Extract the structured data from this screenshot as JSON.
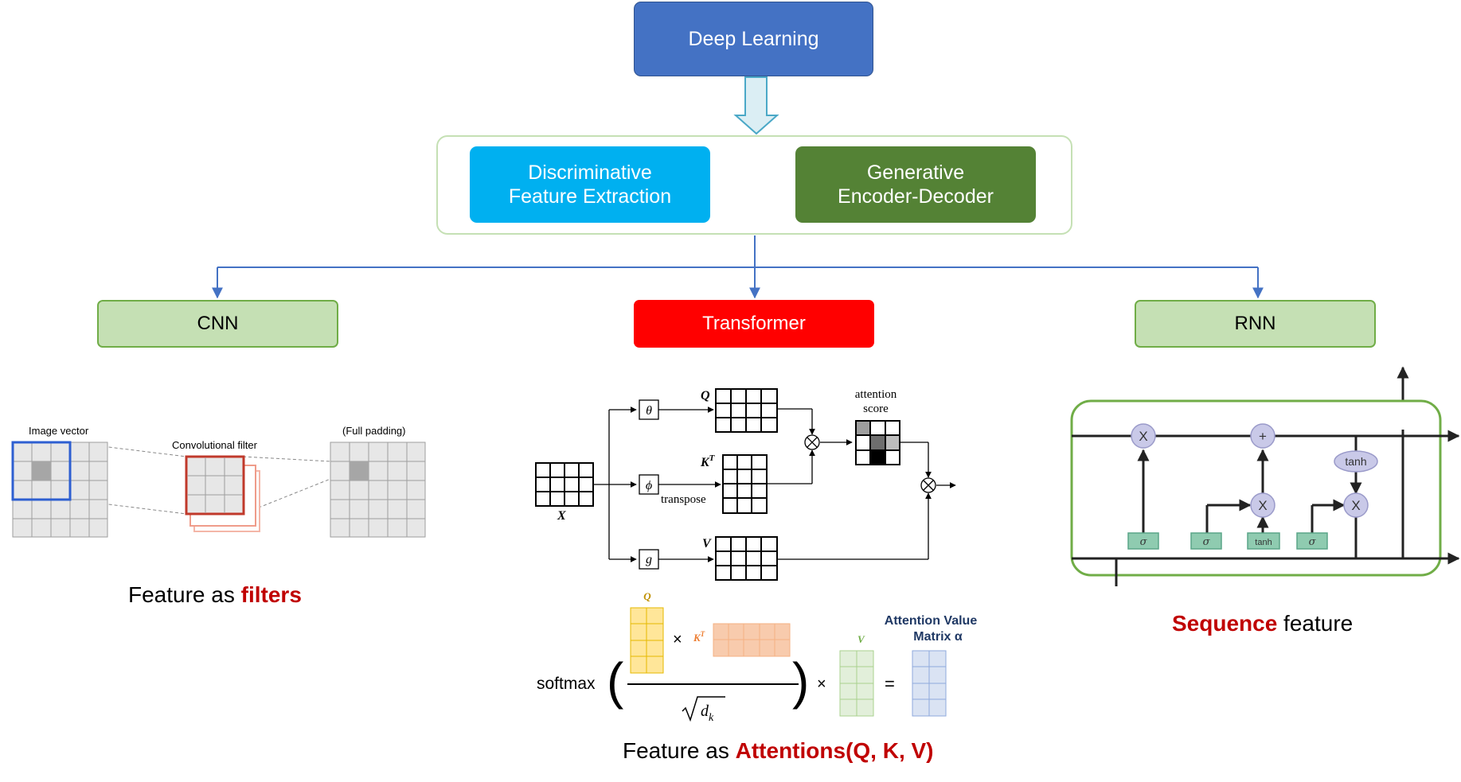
{
  "top": {
    "deep_learning": "Deep Learning",
    "discriminative_l1": "Discriminative",
    "discriminative_l2": "Feature Extraction",
    "generative_l1": "Generative",
    "generative_l2": "Encoder-Decoder"
  },
  "branches": {
    "cnn": "CNN",
    "transformer": "Transformer",
    "rnn": "RNN"
  },
  "cnn_figure": {
    "image_vector": "Image vector",
    "conv_filter": "Convolutional filter",
    "full_padding": "(Full padding)"
  },
  "transformer_figure": {
    "theta": "θ",
    "phi": "ϕ",
    "g": "g",
    "q": "Q",
    "kt": "K",
    "kt_sup": "T",
    "v": "V",
    "x": "X",
    "transpose": "transpose",
    "attention_score_l1": "attention",
    "attention_score_l2": "score",
    "softmax": "softmax",
    "times": "×",
    "equals": "=",
    "dk": "d",
    "dk_sub": "k",
    "attn_value_l1": "Attention Value",
    "attn_value_l2": "Matrix α"
  },
  "rnn_figure": {
    "x": "X",
    "plus": "+",
    "tanh": "tanh",
    "sigma": "σ"
  },
  "captions": {
    "cnn_prefix": "Feature as ",
    "cnn_highlight": "filters",
    "transformer_prefix": "Feature as ",
    "transformer_highlight": "Attentions(Q, K, V)",
    "rnn_highlight": "Sequence",
    "rnn_suffix": " feature"
  },
  "colors": {
    "deep_learning": "#4472c4",
    "discriminative": "#00b0f0",
    "generative": "#548235",
    "transformer": "#ff0000",
    "branch_fill": "#c5e0b4",
    "branch_border": "#70ad47",
    "highlight_text": "#c00000",
    "q_matrix": "#ffe699",
    "k_matrix": "#f8cbad",
    "v_matrix": "#e2efda",
    "alpha_matrix": "#dae3f3"
  }
}
